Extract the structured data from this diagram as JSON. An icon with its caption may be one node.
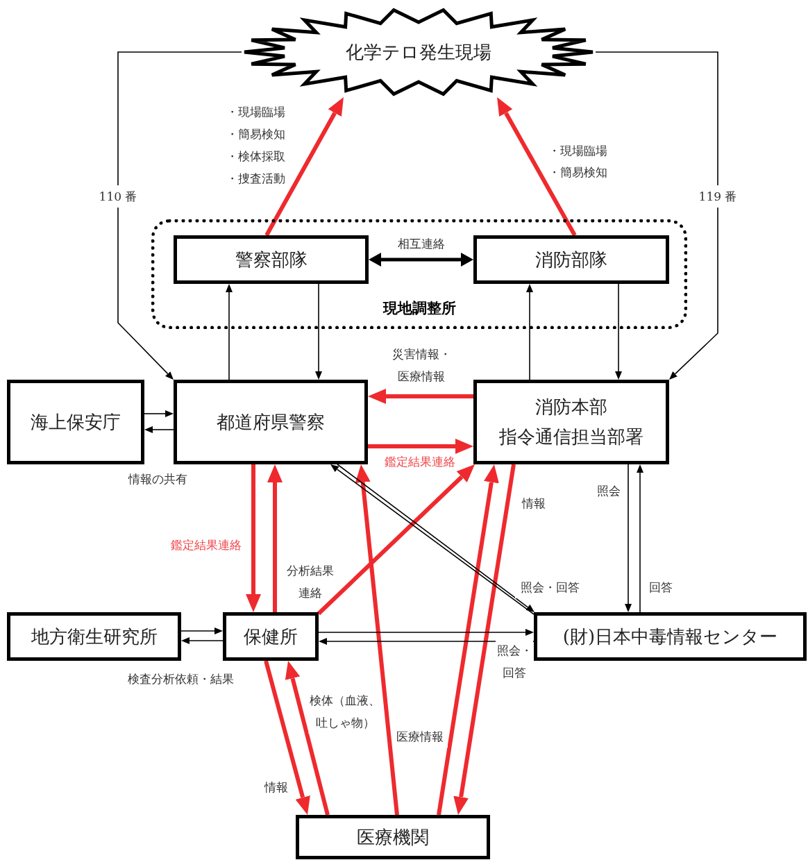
{
  "diagram": {
    "nodes": [
      {
        "text": [
          "化学テロ発生現場"
        ]
      },
      {
        "text": [
          "現地調整所"
        ]
      },
      {
        "text": [
          "警察部隊"
        ],
        "in": 1
      },
      {
        "text": [
          "消防部隊"
        ],
        "in": 1
      },
      {
        "text": [
          "海上保安庁"
        ]
      },
      {
        "text": [
          "都道府県警察"
        ]
      },
      {
        "text": [
          "消防本部",
          "指令通信担当部署"
        ]
      },
      {
        "text": [
          "地方衛生研究所"
        ]
      },
      {
        "text": [
          "保健所"
        ]
      },
      {
        "text": [
          "(財)日本中毒情報センター"
        ]
      },
      {
        "text": [
          "医療機関"
        ]
      }
    ],
    "edges": [
      {
        "from": 0,
        "to": 5,
        "arrow": "to",
        "label": "110 番"
      },
      {
        "from": 0,
        "to": 6,
        "arrow": "to",
        "label": "119 番"
      },
      {
        "from": 2,
        "to": 0,
        "arrow": "to",
        "style": "thick",
        "color": "#ee2a2e"
      },
      {
        "from": 3,
        "to": 0,
        "arrow": "to",
        "style": "thick",
        "color": "#ee2a2e"
      },
      {
        "from": 2,
        "to": 3,
        "arrow": "both",
        "style": "thick",
        "label": "相互連絡"
      },
      {
        "from": 5,
        "to": 2,
        "arrow": "to"
      },
      {
        "from": 2,
        "to": 5,
        "arrow": "to"
      },
      {
        "from": 6,
        "to": 3,
        "arrow": "to"
      },
      {
        "from": 3,
        "to": 6,
        "arrow": "to"
      },
      {
        "from": 6,
        "to": 5,
        "arrow": "to",
        "style": "thick",
        "color": "#ee2a2e",
        "label": "災害情報・医療情報"
      },
      {
        "from": 5,
        "to": 6,
        "arrow": "to",
        "style": "thick",
        "color": "#ee2a2e",
        "label": "鑑定結果連絡"
      },
      {
        "from": 4,
        "to": 5,
        "arrow": "to"
      },
      {
        "from": 5,
        "to": 4,
        "arrow": "to"
      },
      {
        "from": 5,
        "to": 8,
        "arrow": "to",
        "style": "thick",
        "color": "#ee2a2e",
        "label": "鑑定結果連絡"
      },
      {
        "from": 8,
        "to": 5,
        "arrow": "to",
        "style": "thick",
        "color": "#ee2a2e",
        "label": "分析結果連絡"
      },
      {
        "from": 8,
        "to": 6,
        "arrow": "to",
        "style": "thick",
        "color": "#ee2a2e"
      },
      {
        "from": 10,
        "to": 5,
        "arrow": "to",
        "style": "thick",
        "color": "#ee2a2e",
        "label": "医療情報"
      },
      {
        "from": 10,
        "to": 6,
        "arrow": "to",
        "style": "thick",
        "color": "#ee2a2e"
      },
      {
        "from": 6,
        "to": 10,
        "arrow": "to",
        "style": "thick",
        "color": "#ee2a2e",
        "label": "情報"
      },
      {
        "from": 9,
        "to": 5,
        "arrow": "to"
      },
      {
        "from": 5,
        "to": 9,
        "arrow": "to",
        "label": "照会・回答"
      },
      {
        "from": 6,
        "to": 9,
        "arrow": "to",
        "label": "照会"
      },
      {
        "from": 9,
        "to": 6,
        "arrow": "to",
        "label": "回答"
      },
      {
        "from": 8,
        "to": 9,
        "arrow": "to"
      },
      {
        "from": 9,
        "to": 8,
        "arrow": "to",
        "label": "照会・回答"
      },
      {
        "from": 7,
        "to": 8,
        "arrow": "to"
      },
      {
        "from": 8,
        "to": 7,
        "arrow": "to",
        "label": "検査分析依頼・結果"
      },
      {
        "from": 8,
        "to": 10,
        "arrow": "to",
        "style": "thick",
        "color": "#ee2a2e",
        "label": "情報"
      },
      {
        "from": 10,
        "to": 8,
        "arrow": "to",
        "style": "thick",
        "color": "#ee2a2e",
        "label": "検体（血液、吐しゃ物）"
      }
    ],
    "labels": [
      "・現場臨場",
      "・簡易検知",
      "・検体採取",
      "・捜査活動",
      "・現場臨場",
      "・簡易検知",
      "情報の共有"
    ]
  }
}
